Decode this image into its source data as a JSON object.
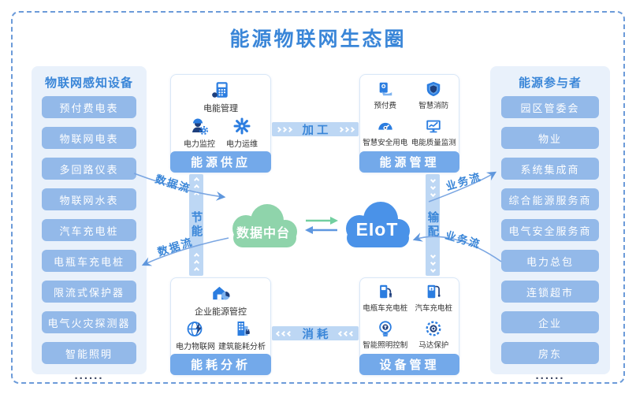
{
  "title": "能源物联网生态圈",
  "left_panel": {
    "header": "物联网感知设备",
    "items": [
      "预付费电表",
      "物联网电表",
      "多回路仪表",
      "物联网水表",
      "汽车充电桩",
      "电瓶车充电桩",
      "限流式保护器",
      "电气火灾探测器",
      "智能照明"
    ],
    "ellipsis": "......"
  },
  "right_panel": {
    "header": "能源参与者",
    "items": [
      "园区管委会",
      "物业",
      "系统集成商",
      "综合能源服务商",
      "电气安全服务商",
      "电力总包",
      "连锁超市",
      "企业",
      "房东"
    ],
    "ellipsis": "......"
  },
  "cards": {
    "supply": {
      "footer": "能源供应",
      "featured": {
        "icon": "meter-management-icon",
        "label": "电能管理"
      },
      "items": [
        {
          "icon": "power-monitoring-icon",
          "label": "电力监控"
        },
        {
          "icon": "power-ops-icon",
          "label": "电力运维"
        }
      ]
    },
    "management": {
      "footer": "能源管理",
      "items": [
        {
          "icon": "prepaid-icon",
          "label": "预付费"
        },
        {
          "icon": "fire-safety-icon",
          "label": "智慧消防"
        },
        {
          "icon": "safe-power-icon",
          "label": "智慧安全用电"
        },
        {
          "icon": "quality-monitor-icon",
          "label": "电能质量监测"
        }
      ]
    },
    "analysis": {
      "footer": "能耗分析",
      "featured": {
        "icon": "enterprise-energy-icon",
        "label": "企业能源管控"
      },
      "items": [
        {
          "icon": "power-iot-icon",
          "label": "电力物联网"
        },
        {
          "icon": "building-energy-icon",
          "label": "建筑能耗分析"
        }
      ]
    },
    "device": {
      "footer": "设备管理",
      "items": [
        {
          "icon": "ebike-charging-icon",
          "label": "电瓶车充电桩"
        },
        {
          "icon": "car-charging-icon",
          "label": "汽车充电桩"
        },
        {
          "icon": "smart-lighting-icon",
          "label": "智能照明控制"
        },
        {
          "icon": "motor-protection-icon",
          "label": "马达保护"
        }
      ]
    }
  },
  "flows": {
    "top": "加工",
    "right": "输配",
    "bottom": "消耗",
    "left": "节能"
  },
  "clouds": {
    "data_platform": "数据中台",
    "eiot": "EIoT"
  },
  "edge_labels": {
    "data_flow_top": "数据流",
    "data_flow_bottom": "数据流",
    "business_flow_top": "业务流",
    "business_flow_bottom": "业务流"
  },
  "colors": {
    "accent": "#3a86d8",
    "pill": "#93b9e9",
    "panel-bg": "#e9f1fb",
    "footer-bar": "#73a9ea",
    "band-bg": "#bdd7f4",
    "card-border": "#d9e7f7",
    "icon-blue": "#2b7de0",
    "icon-navy": "#1e3f7d",
    "icon-light": "#7fb3ef",
    "cloud-green": "#8fd4ab",
    "cloud-blue": "#4a92e8",
    "arrow-blue": "#6fa0e0",
    "arrow-green": "#72cfa0",
    "dots": "#3f4a66",
    "label-text": "#333333",
    "border-dash": "#6c9bd9"
  }
}
